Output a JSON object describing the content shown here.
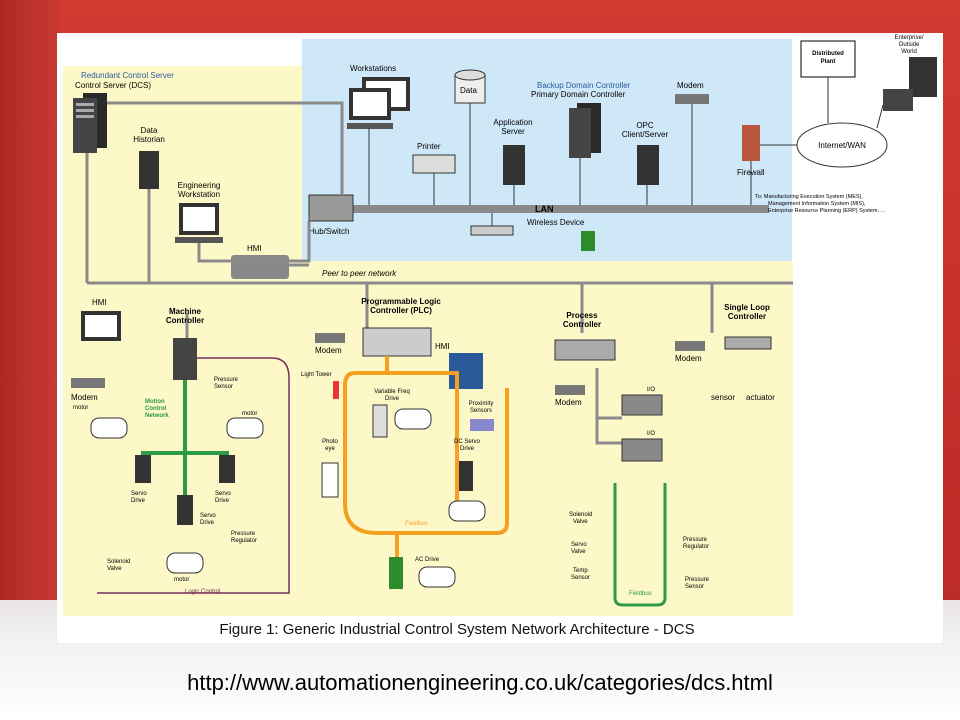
{
  "url": "http://www.automationengineering.co.uk/categories/dcs.html",
  "caption": "Figure 1:  Generic Industrial Control System Network Architecture - DCS",
  "control_server": {
    "title1": "Redundant Control Server",
    "title2": "Control Server (DCS)"
  },
  "labels": {
    "workstations": "Workstations",
    "data": "Data",
    "backup_dc": "Backup Domain Controller",
    "primary_dc": "Primary Domain Controller",
    "modem_top": "Modem",
    "distributed_plant": "Distributed Plant",
    "enterprise": "Enterprise/ Outside World",
    "data_historian": "Data Historian",
    "printer": "Printer",
    "application_server": "Application Server",
    "opc": "OPC Client/Server",
    "firewall": "Firewall",
    "internet": "Internet/WAN",
    "eng_ws": "Engineering Workstation",
    "hub": "Hub/Switch",
    "lan": "LAN",
    "wireless": "Wireless Device",
    "to_line1": "To:  Manufacturing Execution System (MES),",
    "to_line2": "Management Information System (MIS),",
    "to_line3": "Enterprise Resource Planning (ERP) System, ...",
    "hmi_top": "HMI",
    "peer": "Peer to peer network",
    "hmi_left": "HMI",
    "machine_ctrl": "Machine Controller",
    "plc": "Programmable Logic Controller (PLC)",
    "process_ctrl": "Process Controller",
    "single_loop": "Single Loop Controller",
    "modem_plc": "Modem",
    "hmi_plc": "HMI",
    "modem_proc": "Modem",
    "modem_sl": "Modem",
    "sensor": "sensor",
    "actuator": "actuator",
    "modem_left": "Modem",
    "motor1": "motor",
    "pressure_sensor": "Pressure Sensor",
    "motion_net": "Motion Control Network",
    "motor2": "motor",
    "servo1": "Servo Drive",
    "servo2": "Servo Drive",
    "servo3": "Servo Drive",
    "pressure_reg": "Pressure Regulator",
    "solenoid_left": "Solenoid Valve",
    "motor3": "motor",
    "logic_control": "Logic Control",
    "light_tower": "Light Tower",
    "vfd": "Variable Freq Drive",
    "prox": "Proximity Sensors",
    "photo_eye": "Photo eye",
    "dc_servo": "DC Servo Drive",
    "fieldbus_plc": "Fieldbus",
    "ac_drive": "AC Drive",
    "io1": "I/O",
    "io2": "I/O",
    "solenoid_r": "Solenoid Valve",
    "servo_valve": "Servo Valve",
    "temp_sensor": "Temp Sensor",
    "pressure_reg_r": "Pressure Regulator",
    "pressure_sensor_r": "Pressure Sensor",
    "fieldbus_r": "Fieldbus"
  }
}
